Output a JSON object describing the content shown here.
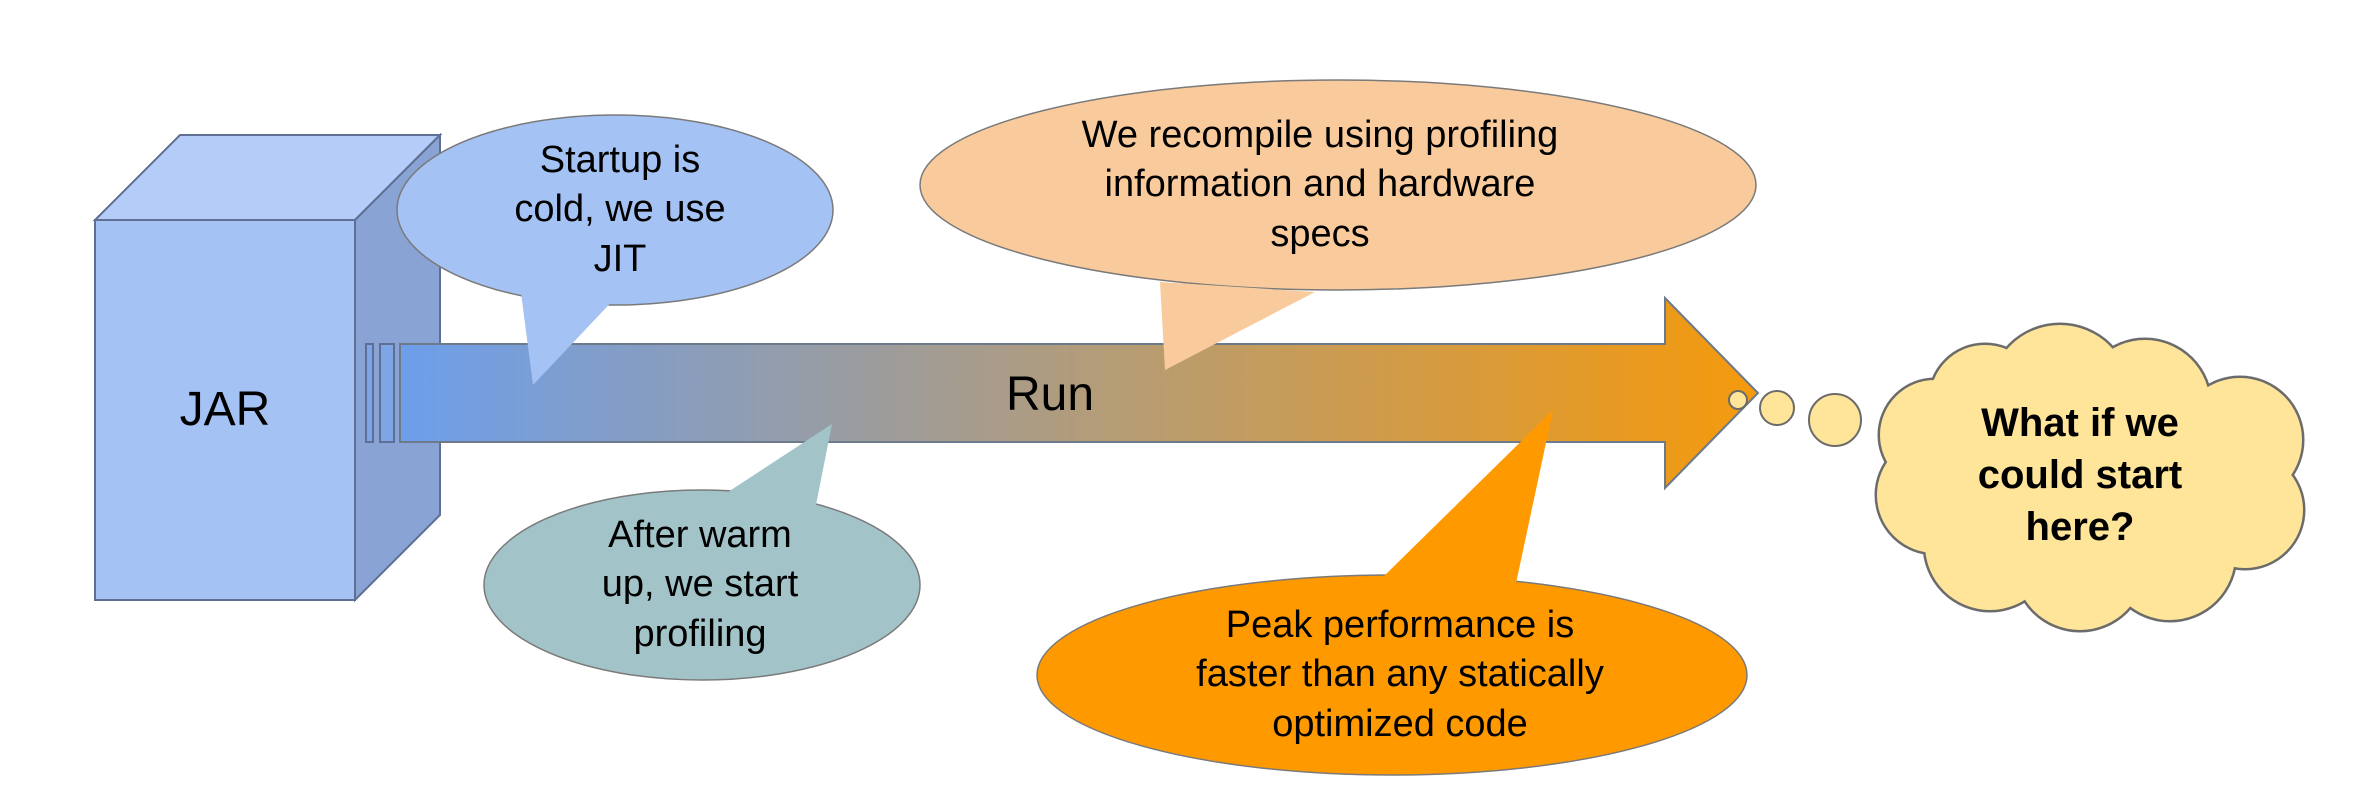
{
  "colors": {
    "jar_front": "#a4c2f4",
    "jar_top": "#b4ccf7",
    "jar_side": "#88a3d4",
    "jar_stroke": "#5f6f93",
    "arrow_start": "#6d9eeb",
    "arrow_end": "#f59a0c",
    "bubble_cold": "#a4c2f4",
    "bubble_warm": "#a2c4c9",
    "bubble_recompile": "#f9cb9c",
    "bubble_peak": "#ff9900",
    "cloud": "#ffe599"
  },
  "jar": {
    "label": "JAR"
  },
  "arrow": {
    "label": "Run"
  },
  "callouts": {
    "cold": "Startup is\ncold, we use\nJIT",
    "warm": "After warm\nup, we start\nprofiling",
    "recompile": "We recompile using profiling\ninformation and hardware\nspecs",
    "peak": "Peak performance is\nfaster than any statically\noptimized code"
  },
  "thought": {
    "label": "What if we\ncould start\nhere?"
  }
}
